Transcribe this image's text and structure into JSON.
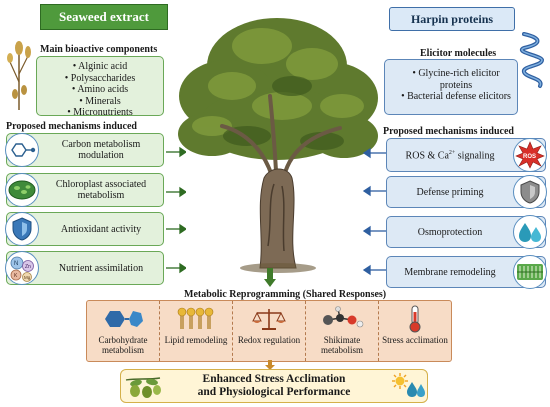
{
  "left": {
    "title": "Seaweed extract",
    "components_heading": "Main bioactive components",
    "components": [
      "Alginic acid",
      "Polysaccharides",
      "Amino acids",
      "Minerals",
      "Micronutrients"
    ],
    "mechanisms_heading": "Proposed mechanisms induced",
    "mechanisms": [
      {
        "label": "Carbon metabolism modulation",
        "icon": "molecule-icon"
      },
      {
        "label": "Chloroplast associated metabolism",
        "icon": "chloroplast-icon"
      },
      {
        "label": "Antioxidant activity",
        "icon": "shield-icon"
      },
      {
        "label": "Nutrient assimilation",
        "icon": "nutrient-spheres-icon"
      }
    ]
  },
  "right": {
    "title": "Harpin proteins",
    "elicitor_heading": "Elicitor molecules",
    "elicitors": [
      "Glycine-rich elicitor proteins",
      "Bacterial defense elicitors"
    ],
    "mechanisms_heading": "Proposed mechanisms induced",
    "mechanisms": [
      {
        "label_main": "ROS & Ca",
        "label_sup": "2+",
        "label_tail": " signaling",
        "icon": "ros-burst-icon",
        "icon_text": "ROS"
      },
      {
        "label": "Defense priming",
        "icon": "shield-icon"
      },
      {
        "label": "Osmoprotection",
        "icon": "water-drops-icon"
      },
      {
        "label": "Membrane remodeling",
        "icon": "membrane-icon"
      }
    ]
  },
  "shared": {
    "heading": "Metabolic Reprogramming (Shared Responses)",
    "items": [
      {
        "label": "Carbohydrate metabolism",
        "icon": "carbohydrate-icon"
      },
      {
        "label": "Lipid remodeling",
        "icon": "lipid-icon"
      },
      {
        "label": "Redox regulation",
        "icon": "balance-scale-icon"
      },
      {
        "label": "Shikimate metabolism",
        "icon": "shikimate-molecule-icon"
      },
      {
        "label": "Stress acclimation",
        "icon": "thermometer-icon"
      }
    ]
  },
  "outcome": {
    "line1": "Enhanced Stress Acclimation",
    "line2": "and Physiological Performance"
  },
  "colors": {
    "green_accent": "#4f9a3c",
    "blue_accent": "#3f6fa8",
    "shared_box": "#f7dcc6",
    "outcome_box": "#fff5d6"
  }
}
